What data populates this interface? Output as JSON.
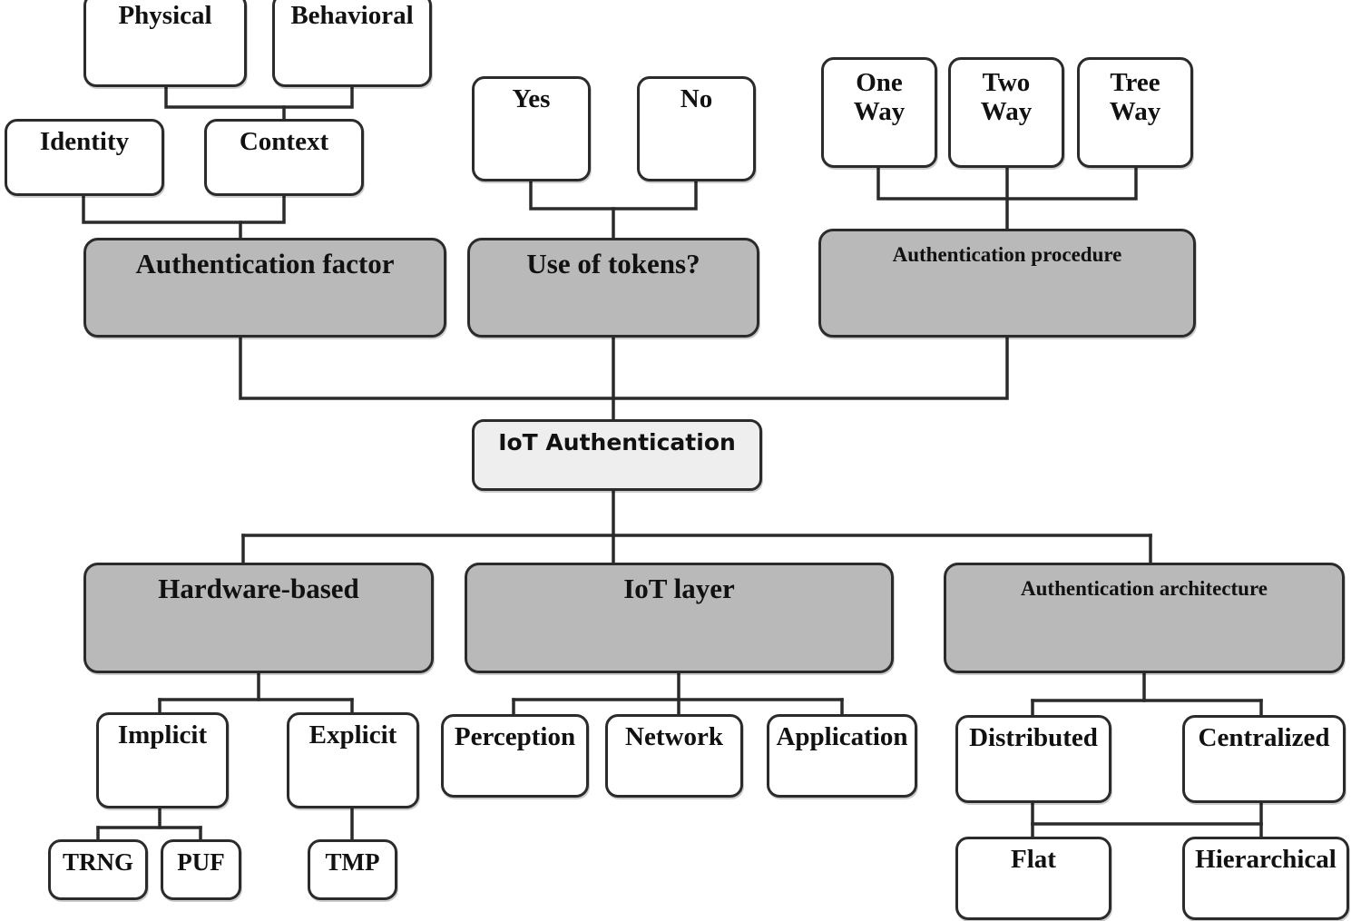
{
  "diagram": {
    "title": "IoT Authentication",
    "colors": {
      "category_fill": "#b9b9b9",
      "root_fill": "#eeeeee",
      "leaf_fill": "#ffffff",
      "stroke": "#2b2b2b"
    },
    "root": {
      "label": "IoT Authentication"
    },
    "branches": [
      {
        "id": "authentication-factor",
        "label": "Authentication factor",
        "children": [
          {
            "label": "Identity"
          },
          {
            "label": "Context",
            "children": [
              {
                "label": "Physical"
              },
              {
                "label": "Behavioral"
              }
            ]
          }
        ]
      },
      {
        "id": "use-of-tokens",
        "label": "Use of tokens?",
        "children": [
          {
            "label": "Yes"
          },
          {
            "label": "No"
          }
        ]
      },
      {
        "id": "authentication-procedure",
        "label": "Authentication procedure",
        "children": [
          {
            "label": "One Way"
          },
          {
            "label": "Two Way"
          },
          {
            "label": "Tree Way"
          }
        ]
      },
      {
        "id": "hardware-based",
        "label": "Hardware-based",
        "children": [
          {
            "label": "Implicit",
            "children": [
              {
                "label": "TRNG"
              },
              {
                "label": "PUF"
              }
            ]
          },
          {
            "label": "Explicit",
            "children": [
              {
                "label": "TMP"
              }
            ]
          }
        ]
      },
      {
        "id": "iot-layer",
        "label": "IoT layer",
        "children": [
          {
            "label": "Perception"
          },
          {
            "label": "Network"
          },
          {
            "label": "Application"
          }
        ]
      },
      {
        "id": "authentication-architecture",
        "label": "Authentication architecture",
        "children": [
          {
            "label": "Distributed",
            "children": [
              {
                "label": "Flat"
              }
            ]
          },
          {
            "label": "Centralized",
            "children": [
              {
                "label": "Hierarchical"
              }
            ]
          }
        ]
      }
    ],
    "nodes": {
      "physical": "Physical",
      "behavioral": "Behavioral",
      "identity": "Identity",
      "context": "Context",
      "authentication_factor": "Authentication factor",
      "yes": "Yes",
      "no": "No",
      "use_of_tokens": "Use of tokens?",
      "one_way": "One Way",
      "two_way": "Two Way",
      "tree_way": "Tree Way",
      "authentication_procedure": "Authentication procedure",
      "iot_authentication": "IoT Authentication",
      "hardware_based": "Hardware-based",
      "iot_layer": "IoT layer",
      "authentication_architecture": "Authentication architecture",
      "implicit": "Implicit",
      "explicit": "Explicit",
      "trng": "TRNG",
      "puf": "PUF",
      "tmp": "TMP",
      "perception": "Perception",
      "network": "Network",
      "application": "Application",
      "distributed": "Distributed",
      "centralized": "Centralized",
      "flat": "Flat",
      "hierarchical": "Hierarchical"
    }
  }
}
